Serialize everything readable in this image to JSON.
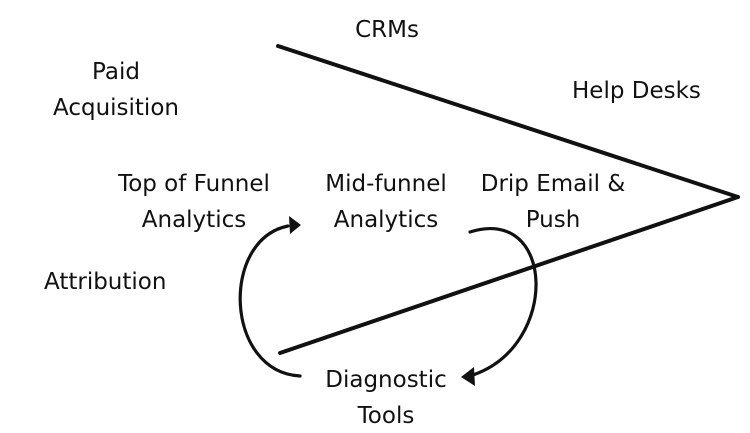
{
  "labels": {
    "crms": "CRMs",
    "paid_acquisition": [
      "Paid",
      "Acquisition"
    ],
    "help_desks": "Help Desks",
    "top_of_funnel": [
      "Top of Funnel",
      "Analytics"
    ],
    "mid_funnel": [
      "Mid-funnel",
      "Analytics"
    ],
    "drip_email": [
      "Drip Email &",
      "Push"
    ],
    "attribution": "Attribution",
    "diagnostic_tools": [
      "Diagnostic",
      "Tools"
    ]
  },
  "colors": {
    "ink": "#111111",
    "background": "#ffffff"
  }
}
